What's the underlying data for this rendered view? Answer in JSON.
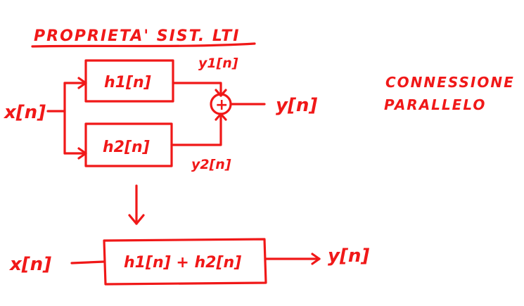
{
  "title": "PROPRIETA' SIST. LTI",
  "annotation": {
    "line1": "CONNESSIONE",
    "line2": "PARALLELO"
  },
  "top_diagram": {
    "input": "x[n]",
    "block1": "h1[n]",
    "block2": "h2[n]",
    "branch1_output": "y1[n]",
    "branch2_output": "y2[n]",
    "adder": "+",
    "output": "y[n]"
  },
  "bottom_diagram": {
    "input": "x[n]",
    "block": "h1[n] + h2[n]",
    "output": "y[n]"
  },
  "colors": {
    "ink": "#f01818",
    "background": "#ffffff"
  }
}
